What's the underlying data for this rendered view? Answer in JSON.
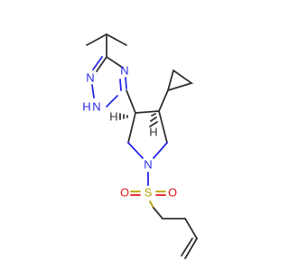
{
  "molecule": {
    "atoms": {
      "n_triazole_top": "N",
      "nh_triazole": "N",
      "nh_h": "H",
      "n_triazole_right": "N",
      "h_stereo_left": "H",
      "h_stereo_right": "H",
      "n_pyrrolidine": "N",
      "s_sulfonyl": "S",
      "o_left": "O",
      "o_right": "O"
    },
    "colors": {
      "carbon_bond": "#333333",
      "nitrogen": "#2a2ae8",
      "sulfur": "#b8a300",
      "oxygen": "#e81c1c"
    }
  }
}
